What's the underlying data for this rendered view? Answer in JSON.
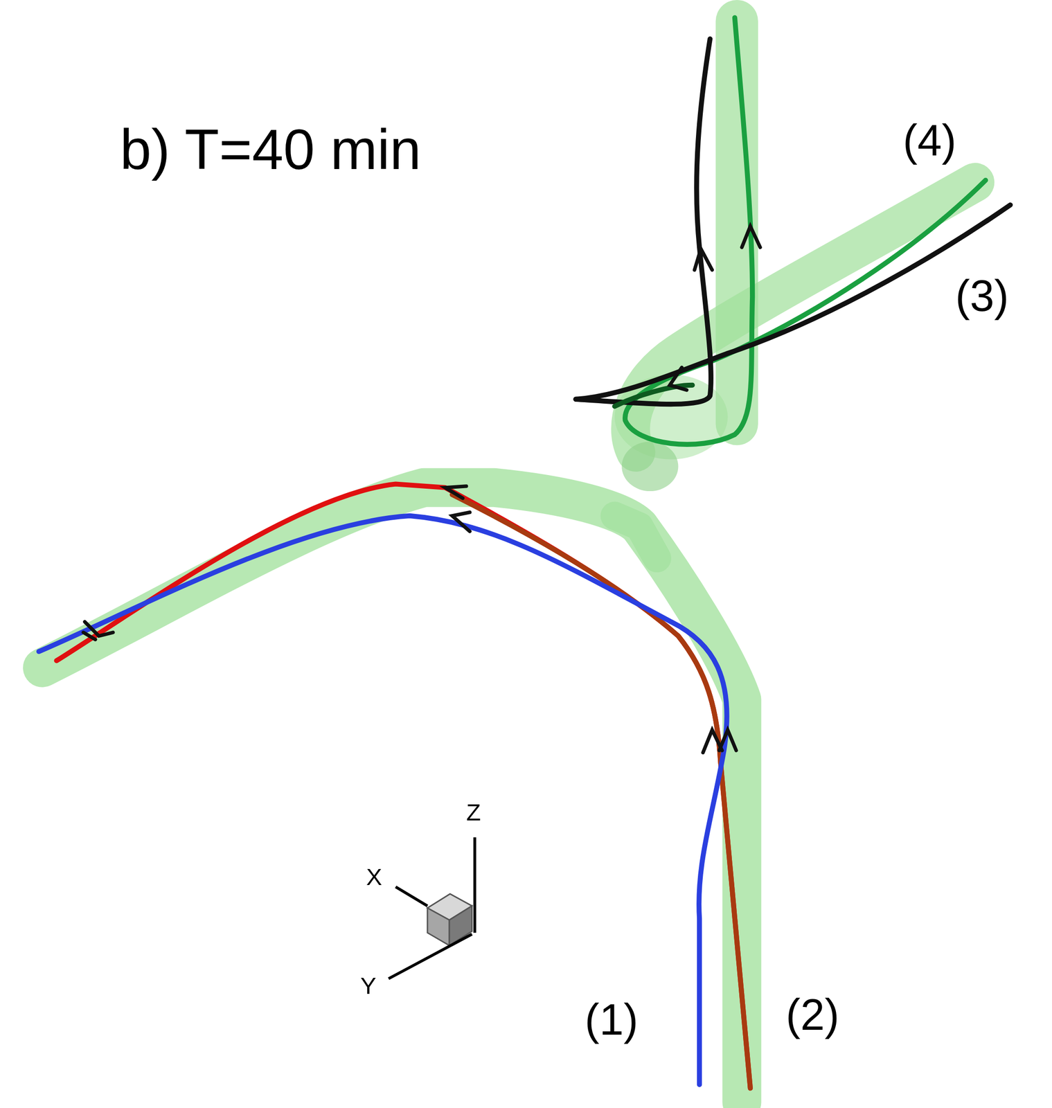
{
  "diagram": {
    "labels": [
      "b) T=40 min",
      "(4)",
      "(3)",
      "(1)",
      "(2)",
      "Z",
      "X",
      "Y"
    ]
  }
}
